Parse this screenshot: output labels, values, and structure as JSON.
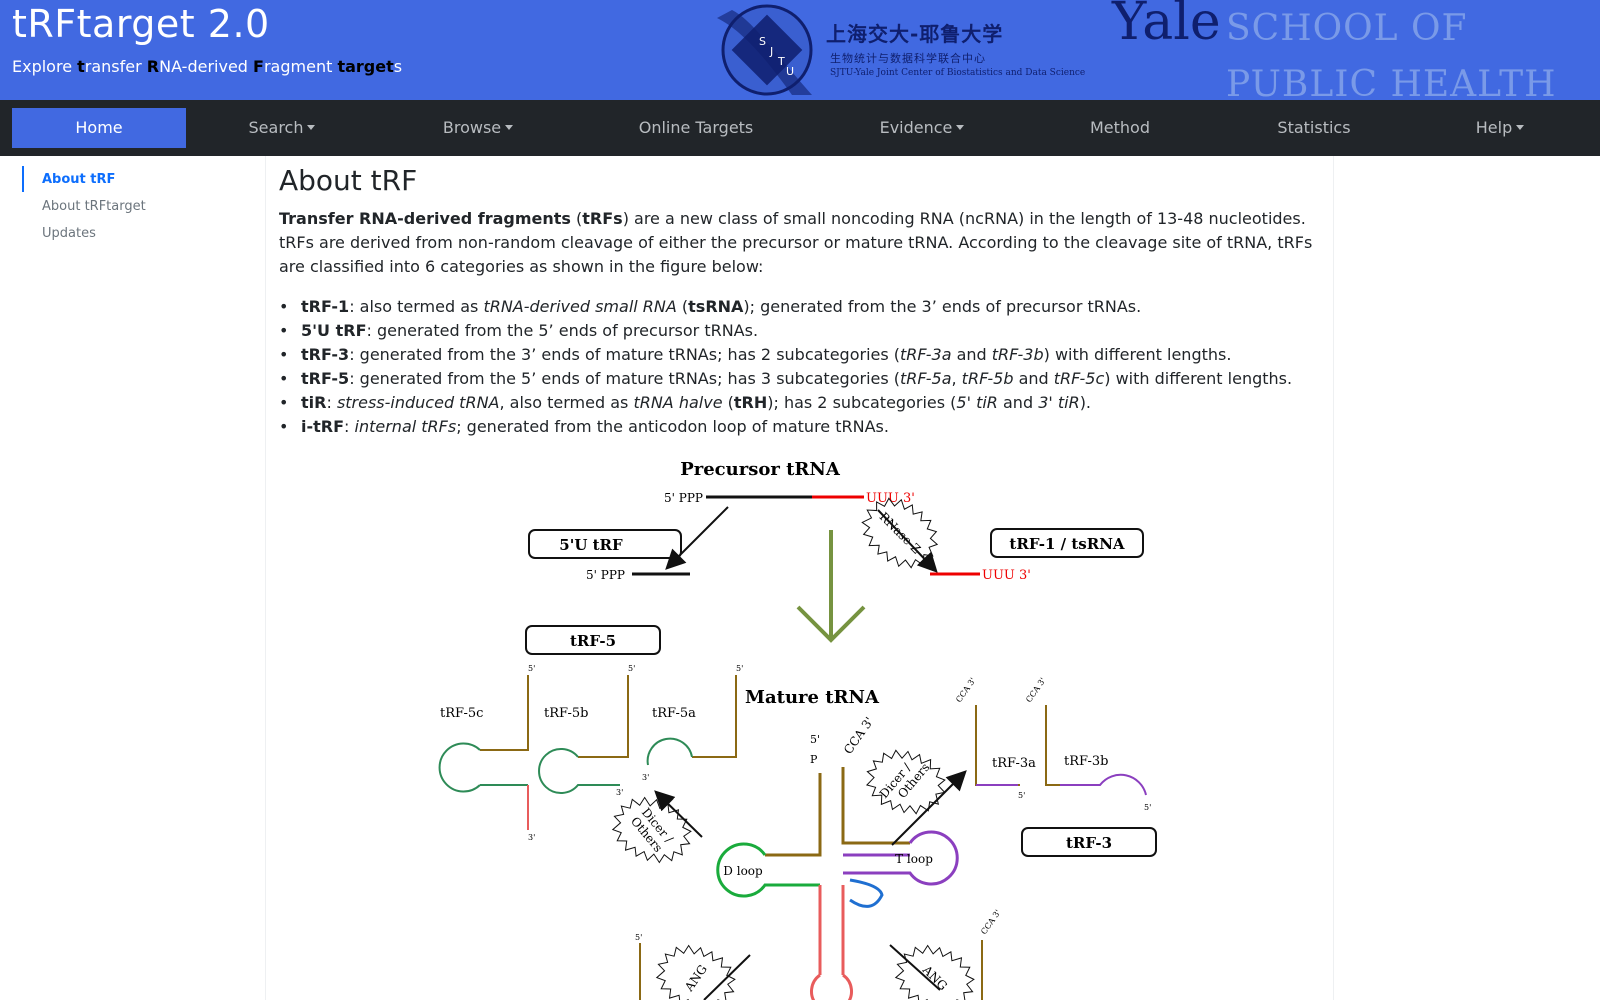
{
  "header": {
    "title": "tRFtarget 2.0",
    "subtitle": {
      "p1": "Explore ",
      "b1": "t",
      "p2": "ransfer ",
      "b2": "R",
      "p3": "NA-derived ",
      "b3": "F",
      "p4": "ragment ",
      "b4": "target",
      "p5": "s"
    },
    "logos": {
      "sjtu_cn": "上海交大-耶鲁大学",
      "sjtu_cn_sub": "生物统计与数据科学联合中心",
      "sjtu_en": "SJTU-Yale Joint Center of Biostatistics and Data Science",
      "yale": "Yale",
      "yale_school": "SCHOOL OF",
      "yale_ph": "PUBLIC HEALTH"
    },
    "colors": {
      "header_bg": "#4169e1",
      "navbar_bg": "#212529"
    }
  },
  "nav": {
    "home": "Home",
    "search": "Search",
    "browse": "Browse",
    "online_targets": "Online Targets",
    "evidence": "Evidence",
    "method": "Method",
    "statistics": "Statistics",
    "help": "Help"
  },
  "sidebar": {
    "items": [
      {
        "label": "About tRF",
        "active": true
      },
      {
        "label": "About tRFtarget",
        "active": false
      },
      {
        "label": "Updates",
        "active": false
      }
    ]
  },
  "main": {
    "title": "About tRF",
    "intro": {
      "b1": "Transfer RNA-derived fragments",
      "p1": " (",
      "b2": "tRFs",
      "p2": ") are a new class of small noncoding RNA (ncRNA) in the length of 13-48 nucleotides. tRFs are derived from non-random cleavage of either the precursor or mature tRNA. According to the cleavage site of tRNA, tRFs are classified into 6 categories as shown in the figure below:"
    },
    "bullets": {
      "trf1": {
        "name": "tRF-1",
        "t1": ": also termed as ",
        "i1": "tRNA-derived small RNA",
        "t2": " (",
        "b1": "tsRNA",
        "t3": "); generated from the 3’ ends of precursor tRNAs."
      },
      "u5": {
        "name": "5'U tRF",
        "t1": ": generated from the 5’ ends of precursor tRNAs."
      },
      "trf3": {
        "name": "tRF-3",
        "t1": ": generated from the 3’ ends of mature tRNAs; has 2 subcategories (",
        "i1": "tRF-3a",
        "t2": " and ",
        "i2": "tRF-3b",
        "t3": ") with different lengths."
      },
      "trf5": {
        "name": "tRF-5",
        "t1": ": generated from the 5’ ends of mature tRNAs; has 3 subcategories (",
        "i1": "tRF-5a",
        "t2": ", ",
        "i2": "tRF-5b",
        "t3": " and ",
        "i3": "tRF-5c",
        "t4": ") with different lengths."
      },
      "tir": {
        "name": "tiR",
        "t1": ": ",
        "i1": "stress-induced tRNA",
        "t2": ", also termed as ",
        "i2": "tRNA halve",
        "t3": " (",
        "b1": "tRH",
        "t4": "); has 2 subcategories (",
        "i3": "5' tiR",
        "t5": " and ",
        "i4": "3' tiR",
        "t6": ")."
      },
      "itrf": {
        "name": "i-tRF",
        "t1": ": ",
        "i1": "internal tRFs",
        "t2": "; generated from the anticodon loop of mature tRNAs."
      }
    }
  },
  "figure": {
    "precursor_title": "Precursor tRNA",
    "ppp": "5' PPP",
    "uuu": "UUU 3'",
    "rnase": "RNase Z",
    "box_5u": "5'U tRF",
    "box_trf1": "tRF-1 / tsRNA",
    "box_trf5": "tRF-5",
    "box_trf3": "tRF-3",
    "mature_title": "Mature tRNA",
    "trf5c": "tRF-5c",
    "trf5b": "tRF-5b",
    "trf5a": "tRF-5a",
    "trf3a": "tRF-3a",
    "trf3b": "tRF-3b",
    "five": "5'",
    "three": "3'",
    "p": "P",
    "cca": "CCA 3'",
    "dicer": "Dicer / Others",
    "dicer1": "Dicer /",
    "dicer2": "Others",
    "dloop": "D loop",
    "tloop": "T loop",
    "ang": "ANG"
  }
}
